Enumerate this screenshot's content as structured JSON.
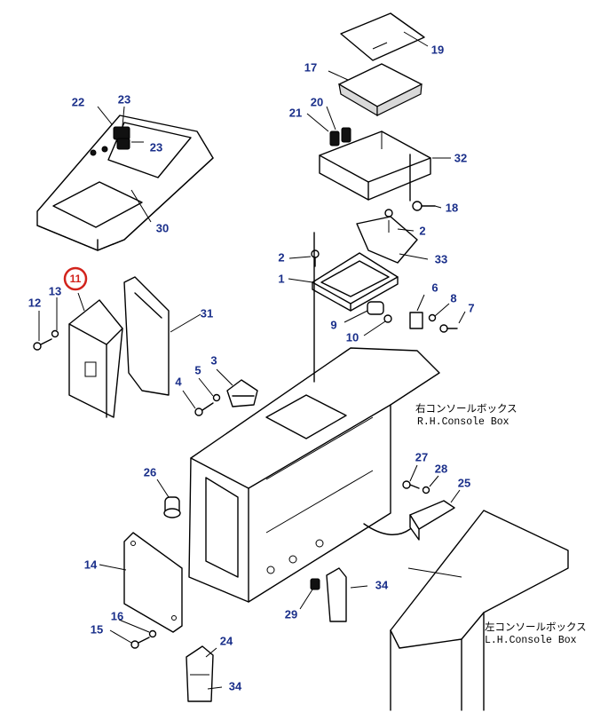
{
  "diagram": {
    "highlighted_part": "11",
    "part_numbers": [
      "1",
      "2",
      "3",
      "4",
      "5",
      "6",
      "7",
      "8",
      "9",
      "10",
      "11",
      "12",
      "13",
      "14",
      "15",
      "16",
      "17",
      "18",
      "19",
      "20",
      "21",
      "22",
      "23",
      "24",
      "25",
      "26",
      "27",
      "28",
      "29",
      "30",
      "31",
      "32",
      "33",
      "34"
    ],
    "notes": {
      "rh_jp": "右コンソールボックス",
      "rh_en": "R.H.Console Box",
      "lh_jp": "左コンソールボックス",
      "lh_en": "L.H.Console Box"
    }
  }
}
